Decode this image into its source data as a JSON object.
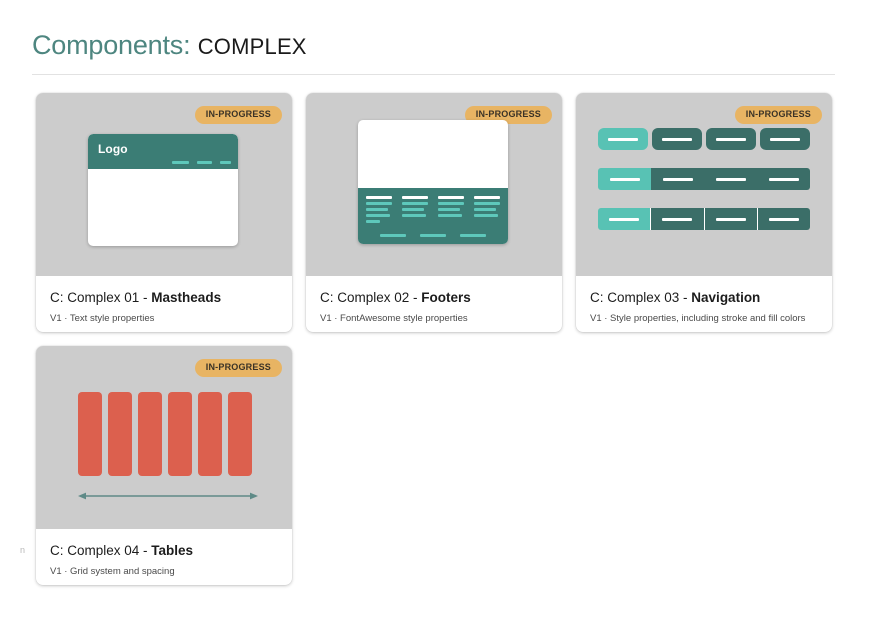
{
  "header": {
    "title_primary": "Components:",
    "title_secondary": "COMPLEX",
    "accent_color": "#4e8680",
    "rule_color": "#e2e2e2"
  },
  "colors": {
    "thumb_background": "#cccccc",
    "teal_dark": "#3b7d75",
    "teal_nav": "#3b6e68",
    "teal_light": "#58c2b4",
    "teal_accent": "#5ec8bb",
    "badge_background": "#e8b463",
    "badge_text": "#3a3226",
    "table_bar": "#dc604e",
    "arrow": "#5e8a87",
    "card_background": "#ffffff"
  },
  "badge_label": "IN-PROGRESS",
  "cards": [
    {
      "id": "complex-01-mastheads",
      "badge": "IN-PROGRESS",
      "title_prefix": "C: Complex 01 - ",
      "title_name": "Mastheads",
      "subtitle": "V1 · Text style properties",
      "thumb": {
        "type": "masthead",
        "logo_text": "Logo",
        "nav_dash_count": 3
      }
    },
    {
      "id": "complex-02-footers",
      "badge": "IN-PROGRESS",
      "title_prefix": "C: Complex 02 - ",
      "title_name": "Footers",
      "subtitle": "V1 · FontAwesome style properties",
      "thumb": {
        "type": "footer",
        "column_count": 4,
        "column_rows": [
          4,
          3,
          3,
          3
        ],
        "bottom_dash_count": 3
      }
    },
    {
      "id": "complex-03-navigation",
      "badge": "IN-PROGRESS",
      "title_prefix": "C: Complex 03 - ",
      "title_name": "Navigation",
      "subtitle": "V1 · Style properties, including stroke and fill colors",
      "thumb": {
        "type": "navigation",
        "rows": [
          {
            "style": "pills",
            "segments": 4,
            "active_index": 0
          },
          {
            "style": "solid",
            "segments": 4,
            "active_index": 0
          },
          {
            "style": "divided",
            "segments": 4,
            "active_index": 0
          }
        ]
      }
    },
    {
      "id": "complex-04-tables",
      "badge": "IN-PROGRESS",
      "title_prefix": "C: Complex 04 - ",
      "title_name": "Tables",
      "subtitle": "V1 · Grid system and spacing",
      "thumb": {
        "type": "tables",
        "bar_count": 6,
        "has_measure_arrow": true
      }
    }
  ],
  "edge_artifact": "n"
}
